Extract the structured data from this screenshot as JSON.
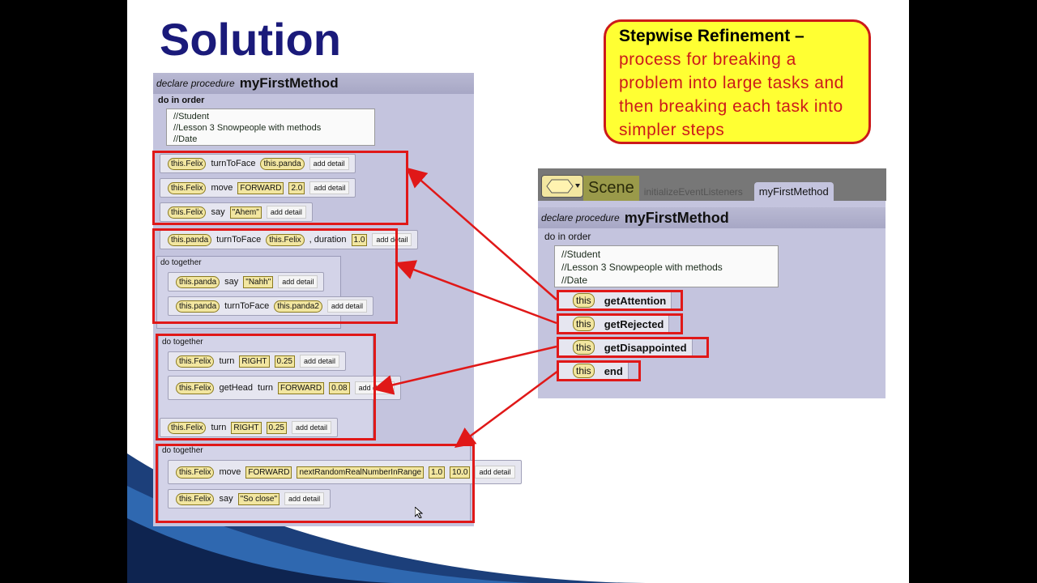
{
  "slide": {
    "title": "Solution"
  },
  "callout": {
    "heading": "Stepwise Refinement –",
    "body": "process for breaking a problem into large tasks and then breaking each task into simpler steps"
  },
  "left": {
    "declare": "declare procedure",
    "method": "myFirstMethod",
    "do_in_order": "do in order",
    "comments": [
      "//Student",
      "//Lesson 3  Snowpeople with methods",
      "//Date"
    ],
    "stmts": [
      {
        "a": "this.Felix",
        "b": "turnToFace",
        "c": "this.panda",
        "d": "add detail"
      },
      {
        "a": "this.Felix",
        "b": "move",
        "c": "FORWARD",
        "e": "2.0",
        "d": "add detail"
      },
      {
        "a": "this.Felix",
        "b": "say",
        "c": "\"Ahem\"",
        "d": "add detail"
      },
      {
        "a": "this.panda",
        "b": "turnToFace",
        "c": "this.Felix",
        "f": ", duration",
        "e": "1.0",
        "d": "add detail"
      },
      {
        "a": "this.panda",
        "b": "say",
        "c": "\"Nahh\"",
        "d": "add detail"
      },
      {
        "a": "this.panda",
        "b": "turnToFace",
        "c": "this.panda2",
        "d": "add detail"
      },
      {
        "a": "this.Felix",
        "b": "turn",
        "c": "RIGHT",
        "e": "0.25",
        "d": "add detail"
      },
      {
        "a": "this.Felix",
        "g": "getHead",
        "b": "turn",
        "c": "FORWARD",
        "e": "0.08",
        "d": "add detail"
      },
      {
        "a": "this.Felix",
        "b": "turn",
        "c": "RIGHT",
        "e": "0.25",
        "d": "add detail"
      },
      {
        "a": "this.Felix",
        "b": "move",
        "c": "FORWARD",
        "h": "nextRandomRealNumberInRange",
        "e": "1.0",
        "e2": "10.0",
        "d": "add detail"
      },
      {
        "a": "this.Felix",
        "b": "say",
        "c": "\"So close\"",
        "d": "add detail"
      }
    ],
    "do_together": "do together"
  },
  "right": {
    "tabs": [
      "Scene",
      "initializeEventListeners",
      "myFirstMethod"
    ],
    "declare": "declare procedure",
    "method": "myFirstMethod",
    "do_in_order": "do in order",
    "comments": [
      "//Student",
      "//Lesson 3  Snowpeople with methods",
      "//Date"
    ],
    "calls": [
      {
        "target": "this",
        "method": "getAttention"
      },
      {
        "target": "this",
        "method": "getRejected"
      },
      {
        "target": "this",
        "method": "getDisappointed"
      },
      {
        "target": "this",
        "method": "end"
      }
    ]
  },
  "colors": {
    "red": "#e01818",
    "title": "#1a1a7a",
    "callout_bg": "#ffff33"
  }
}
